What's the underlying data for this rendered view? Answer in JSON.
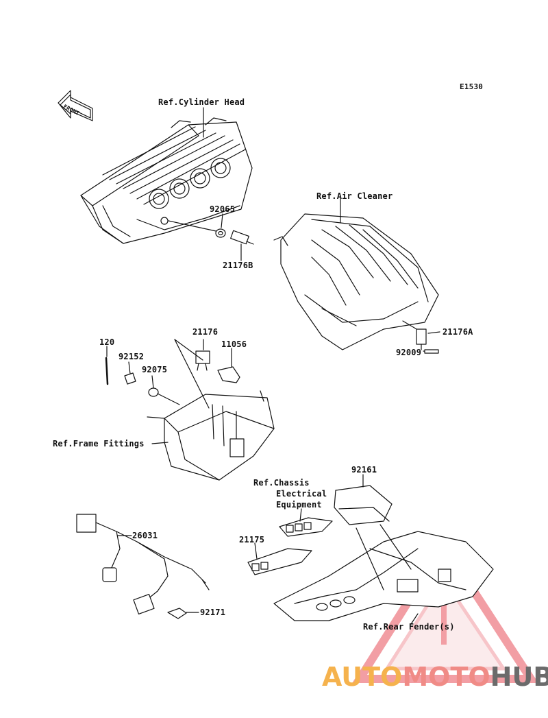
{
  "diagram": {
    "code": "E1530",
    "front_label": "FRONT",
    "refs": {
      "cylinder_head": "Ref.Cylinder Head",
      "air_cleaner": "Ref.Air Cleaner",
      "frame_fittings": "Ref.Frame Fittings",
      "chassis_line1": "Ref.Chassis",
      "chassis_line2": "Electrical",
      "chassis_line3": "Equipment",
      "rear_fender": "Ref.Rear Fender(s)"
    },
    "parts": {
      "p92065": "92065",
      "p21176B": "21176B",
      "p21176": "21176",
      "p11056": "11056",
      "p120": "120",
      "p92152": "92152",
      "p92075": "92075",
      "p21176A": "21176A",
      "p92009": "92009",
      "p92161": "92161",
      "p21175": "21175",
      "p26031": "26031",
      "p92171": "92171"
    }
  },
  "watermark": {
    "part1": "AUTO",
    "part2": "MOTO",
    "part3": "HUB",
    "colors": {
      "auto": "#f5b24d",
      "moto": "#f08b86",
      "hub": "#6b6b6b",
      "triangle": "#e8505b"
    }
  }
}
